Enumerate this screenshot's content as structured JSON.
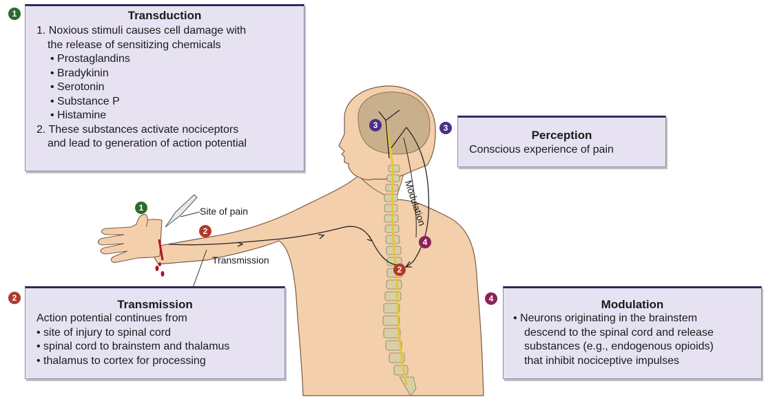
{
  "transduction": {
    "badge": "1",
    "title": "Transduction",
    "lines": [
      "1. Noxious stimuli causes cell damage with",
      "the release of sensitizing chemicals",
      "• Prostaglandins",
      "• Bradykinin",
      "• Serotonin",
      "• Substance P",
      "• Histamine",
      "2. These substances activate nociceptors",
      "and lead to generation of action potential"
    ]
  },
  "perception": {
    "badge": "3",
    "title": "Perception",
    "lines": [
      "Conscious experience of pain"
    ]
  },
  "transmission": {
    "badge": "2",
    "title": "Transmission",
    "lines": [
      "Action potential continues from",
      "• site of injury to spinal cord",
      "• spinal cord to brainstem and thalamus",
      "• thalamus to cortex for processing"
    ]
  },
  "modulation": {
    "badge": "4",
    "title": "Modulation",
    "lines": [
      "• Neurons originating in the brainstem",
      "descend to the spinal cord and release",
      "substances (e.g., endogenous opioids)",
      "that inhibit nociceptive impulses"
    ]
  },
  "figure": {
    "site_of_pain_label": "Site of pain",
    "transmission_label": "Transmission",
    "modulation_label": "Modulation",
    "badge_1": "1",
    "badge_2_arm": "2",
    "badge_2_spine": "2",
    "badge_3_brain": "3",
    "badge_4_spine": "4"
  },
  "colors": {
    "box_fill": "#e7e2f2",
    "box_top_border": "#2f2b5c",
    "skin": "#f3cfab",
    "brain": "#c9b08d",
    "spine": "#d8cfa9",
    "nerve": "#e6c53a",
    "blood": "#b1122a",
    "badge_1": "#2c6a2e",
    "badge_2": "#b13a2a",
    "badge_3": "#4d2f86",
    "badge_4": "#8c2258"
  }
}
